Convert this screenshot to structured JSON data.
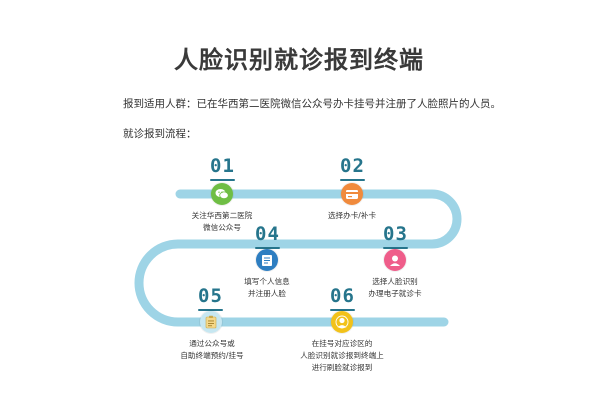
{
  "title": "人脸识别就诊报到终端",
  "intro": {
    "eligibility": "报到适用人群：已在华西第二医院微信公众号办卡挂号并注册了人脸照片的人员。",
    "process_heading": "就诊报到流程："
  },
  "colors": {
    "track": "#9ed4e6",
    "number": "#26758c",
    "step1": "#6fbe44",
    "step2": "#f08a3c",
    "step3": "#ef5d8a",
    "step4": "#2e7ec1",
    "step5": "#c7e7f1",
    "step6": "#f2c21a"
  },
  "steps": [
    {
      "number": "01",
      "icon": "wechat-icon",
      "lines": [
        "关注华西第二医院",
        "微信公众号"
      ]
    },
    {
      "number": "02",
      "icon": "card-icon",
      "lines": [
        "选择办卡/补卡"
      ]
    },
    {
      "number": "03",
      "icon": "face-id-icon",
      "lines": [
        "选择人脸识别",
        "办理电子就诊卡"
      ]
    },
    {
      "number": "04",
      "icon": "form-icon",
      "lines": [
        "填写个人信息",
        "并注册人脸"
      ]
    },
    {
      "number": "05",
      "icon": "clipboard-icon",
      "lines": [
        "通过公众号或",
        "自助终端预约/挂号"
      ]
    },
    {
      "number": "06",
      "icon": "person-scan-icon",
      "lines": [
        "在挂号对应诊区的",
        "人脸识别就诊报到终端上",
        "进行刷脸就诊报到"
      ]
    }
  ]
}
